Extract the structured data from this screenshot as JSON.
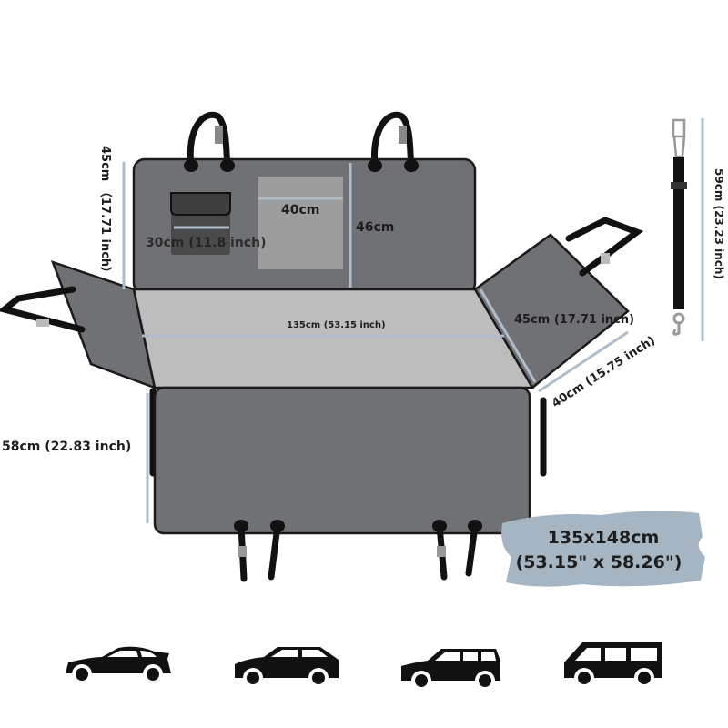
{
  "dimensions": {
    "backrest_height": "45cm （17.71 inch）",
    "pocket_width": "30cm (11.8 inch)",
    "mesh_pocket_width": "40cm",
    "mesh_pocket_height": "46cm",
    "seat_width": "135cm (53.15 inch)",
    "side_flap_width": "45cm  (17.71 inch)",
    "side_flap_depth": "40cm (15.75 inch)",
    "bottom_panel_height": "58cm (22.83 inch)",
    "seatbelt_length": "59cm  (23.23 inch)"
  },
  "overall_size": {
    "line1": "135x148cm",
    "line2": "(53.15\" x 58.26\")"
  },
  "vehicles": [
    "sedan-icon",
    "suv-icon",
    "hatchback-icon",
    "van-icon"
  ],
  "colors": {
    "panel": "#6f7174",
    "seat": "#bdbdbd",
    "dimension_line": "#aebdc9",
    "size_badge": "#a6b5c2"
  }
}
